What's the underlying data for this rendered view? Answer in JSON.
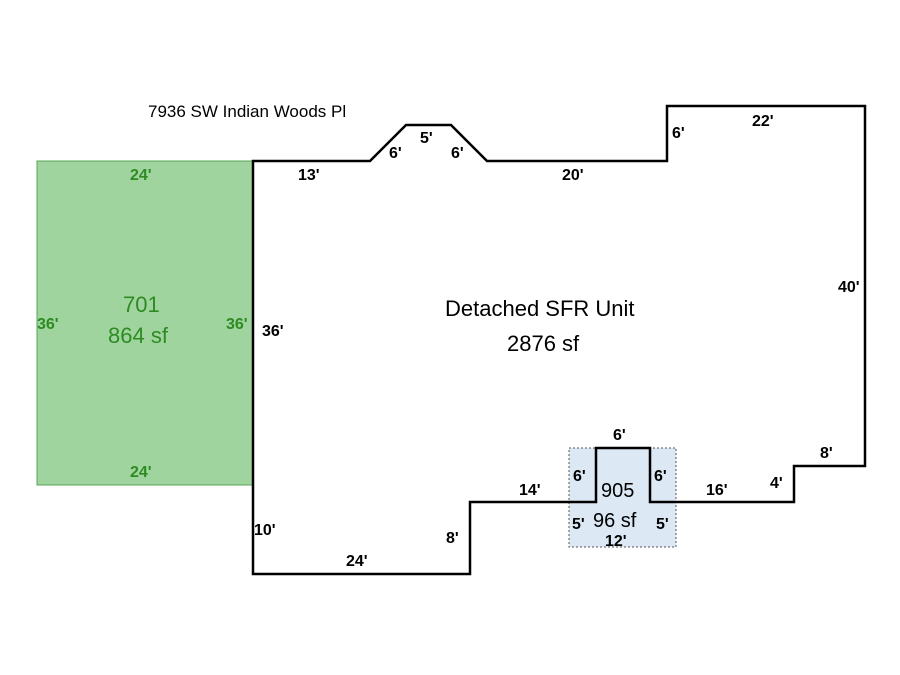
{
  "address": "7936 SW Indian Woods Pl",
  "colors": {
    "outline": "#000000",
    "garage_fill": "#9fd49f",
    "garage_stroke": "#5aa55a",
    "garage_text": "#2e8b22",
    "porch_fill": "#dce9f5",
    "porch_stroke": "#555555"
  },
  "main_unit": {
    "name": "Detached SFR Unit",
    "area": "2876 sf",
    "dims": {
      "top_left": "13'",
      "bump_left": "6'",
      "bump_top": "5'",
      "bump_right": "6'",
      "top_mid": "20'",
      "step_up": "6'",
      "top_right": "22'",
      "right": "40'",
      "right_step": "8'",
      "right_step_h": "4'",
      "bottom_right": "16'",
      "bottom_mid": "14'",
      "notch_left": "6'",
      "notch_top": "6'",
      "notch_right": "6'",
      "bottom_step": "8'",
      "bottom_left": "24'",
      "left_lower": "10'",
      "left_upper": "36'"
    }
  },
  "garage": {
    "code": "701",
    "area": "864 sf",
    "dims": {
      "top": "24'",
      "bottom": "24'",
      "left": "36'",
      "right": "36'"
    }
  },
  "porch": {
    "code": "905",
    "area": "96 sf",
    "dims": {
      "left": "5'",
      "right": "5'",
      "bottom": "12'"
    }
  }
}
